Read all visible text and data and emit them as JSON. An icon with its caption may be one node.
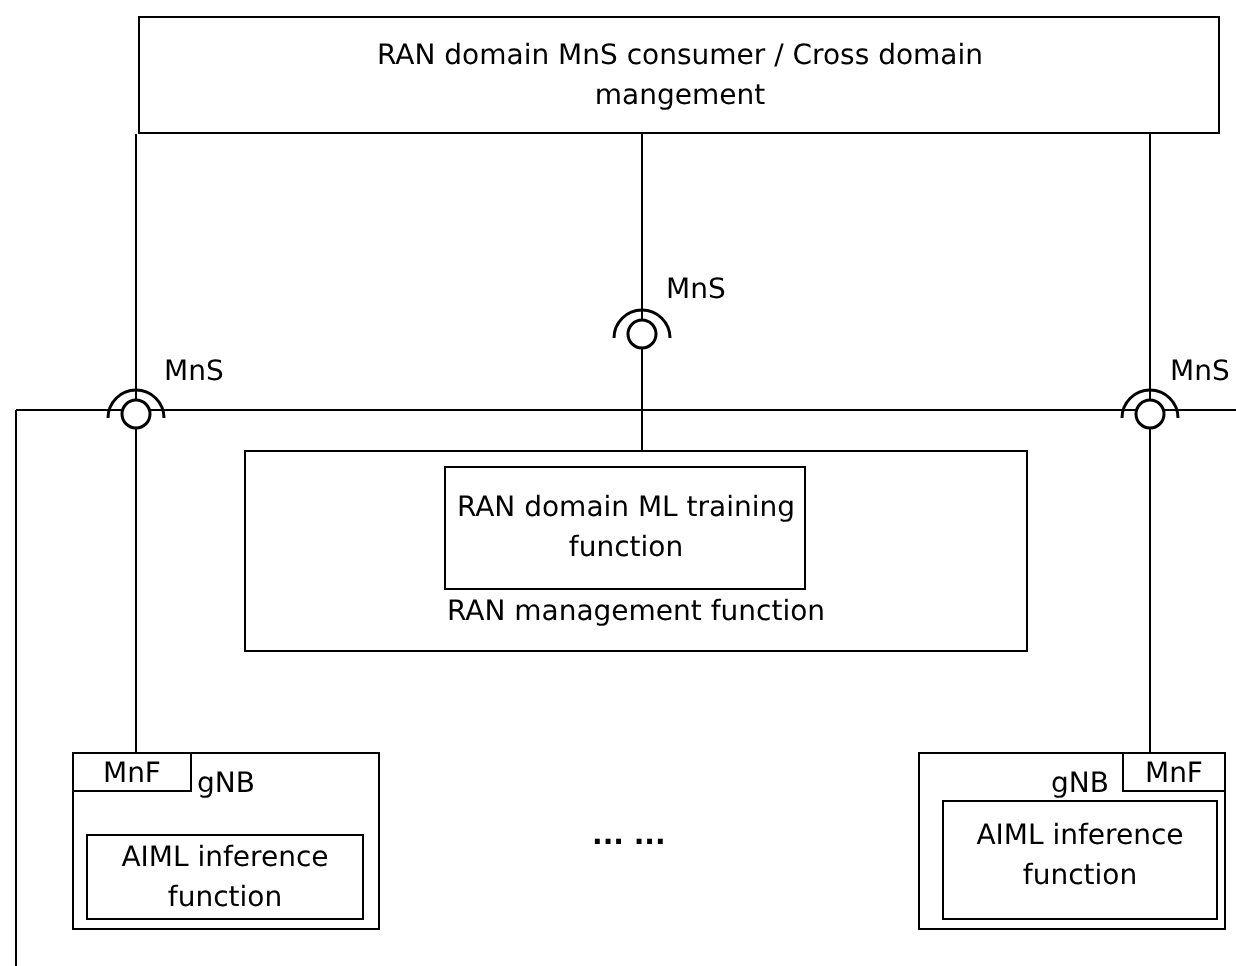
{
  "diagram": {
    "nodes": [
      {
        "text": [
          "RAN domain MnS consumer / Cross domain mangement"
        ]
      },
      {
        "text": [
          "RAN management function"
        ]
      },
      {
        "text": [
          "RAN domain ML training function"
        ],
        "in": 1
      },
      {
        "text": [
          "gNB"
        ]
      },
      {
        "text": [
          "MnF"
        ],
        "in": 3
      },
      {
        "text": [
          "AIML inference function"
        ],
        "in": 3
      },
      {
        "text": [
          "gNB"
        ]
      },
      {
        "text": [
          "MnF"
        ],
        "in": 6
      },
      {
        "text": [
          "AIML inference function"
        ],
        "in": 6
      }
    ],
    "edges": [
      {
        "from": 0,
        "to": 4,
        "arrow": "none",
        "label": "MnS"
      },
      {
        "from": 0,
        "to": 1,
        "arrow": "none",
        "label": "MnS"
      },
      {
        "from": 0,
        "to": 7,
        "arrow": "none",
        "label": "MnS"
      }
    ],
    "labels": [
      "... ..."
    ]
  }
}
